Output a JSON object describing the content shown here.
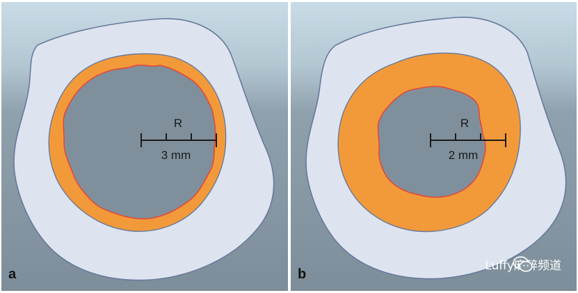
{
  "panels": [
    {
      "label": "a",
      "radius_symbol": "R",
      "scale_label": "3 mm"
    },
    {
      "label": "b",
      "radius_symbol": "R",
      "scale_label": "2 mm"
    }
  ],
  "watermark": {
    "text": "Luffy麻醉频道",
    "icon": "wechat-icon"
  },
  "colors": {
    "background_top": "#c8dbe6",
    "background_bottom": "#7f909c",
    "tissue": "#dde4f0",
    "tissue_outline": "#67789a",
    "layer": "#f29a3a",
    "layer_inner_edge": "#e2483a",
    "lumen": "#7f909c",
    "scale_bar": "#1a1a1a"
  }
}
